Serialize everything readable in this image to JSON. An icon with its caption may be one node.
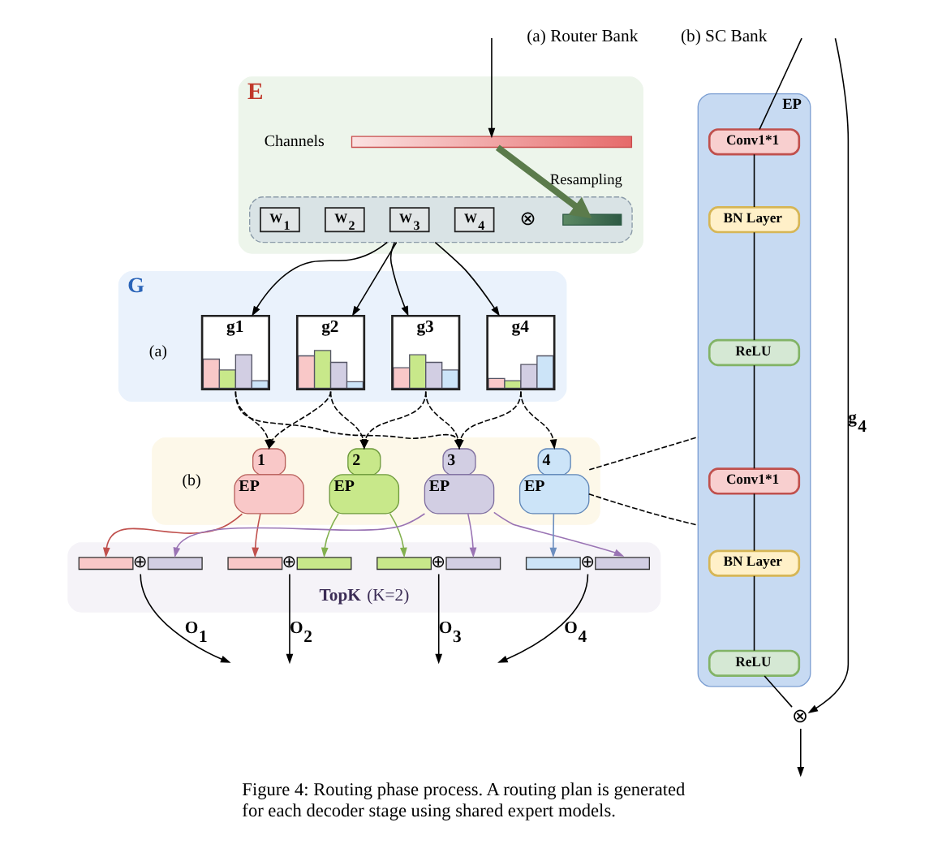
{
  "diagram": {
    "caption": "Figure 4: Routing phase process. A routing plan is generated for each decoder stage using shared expert models.",
    "nodes": [
      {
        "text": [
          "E"
        ]
      },
      {
        "text": [],
        "shape": "bar",
        "in": 0
      },
      {
        "text": [],
        "shape": "box",
        "in": 0
      },
      {
        "text": [
          "W$_{1}$"
        ],
        "in": 2
      },
      {
        "text": [
          "W$_{2}$"
        ],
        "in": 2
      },
      {
        "text": [
          "W$_{3}$"
        ],
        "in": 2
      },
      {
        "text": [
          "W$_{4}$"
        ],
        "in": 2
      },
      {
        "text": [
          "⊗"
        ],
        "in": 2
      },
      {
        "text": [],
        "shape": "bar",
        "in": 2
      },
      {
        "text": [
          "G"
        ]
      },
      {
        "text": [
          "g1"
        ],
        "in": 9
      },
      {
        "text": [
          "g2"
        ],
        "in": 9
      },
      {
        "text": [
          "g3"
        ],
        "in": 9
      },
      {
        "text": [
          "g4"
        ],
        "in": 9
      },
      {
        "text": [],
        "shape": "box"
      },
      {
        "text": [
          "1",
          "EP"
        ],
        "in": 14
      },
      {
        "text": [
          "2",
          "EP"
        ],
        "in": 14
      },
      {
        "text": [
          "3",
          "EP"
        ],
        "in": 14
      },
      {
        "text": [
          "4",
          "EP"
        ],
        "in": 14
      },
      {
        "text": [
          "**TopK** (K=2)"
        ]
      },
      {
        "text": [
          "⊕"
        ],
        "in": 19
      },
      {
        "text": [
          "⊕"
        ],
        "in": 19
      },
      {
        "text": [
          "⊕"
        ],
        "in": 19
      },
      {
        "text": [
          "⊕"
        ],
        "in": 19
      },
      {
        "text": [
          "EP"
        ]
      },
      {
        "text": [
          "Conv1*1"
        ],
        "in": 24
      },
      {
        "text": [
          "BN Layer"
        ],
        "in": 24
      },
      {
        "text": [
          "ReLU"
        ],
        "in": 24
      },
      {
        "text": [
          "Conv1*1"
        ],
        "in": 24
      },
      {
        "text": [
          "BN Layer"
        ],
        "in": 24
      },
      {
        "text": [
          "ReLU"
        ],
        "in": 24
      },
      {
        "text": [
          "⊗"
        ]
      }
    ],
    "edges": [
      {
        "from": null,
        "to": 1,
        "arrow": "to"
      },
      {
        "from": 1,
        "to": 8,
        "arrow": "to",
        "label": "Resampling",
        "style": "thick",
        "color": "#5b7b4b"
      },
      {
        "from": 2,
        "to": 10,
        "arrow": "to"
      },
      {
        "from": 2,
        "to": 11,
        "arrow": "to"
      },
      {
        "from": 2,
        "to": 12,
        "arrow": "to"
      },
      {
        "from": 2,
        "to": 13,
        "arrow": "to"
      },
      {
        "from": 10,
        "to": 15,
        "arrow": "to",
        "style": "dashed"
      },
      {
        "from": 10,
        "to": 17,
        "arrow": "to",
        "style": "dashed"
      },
      {
        "from": 11,
        "to": 15,
        "arrow": "to",
        "style": "dashed"
      },
      {
        "from": 11,
        "to": 16,
        "arrow": "to",
        "style": "dashed"
      },
      {
        "from": 12,
        "to": 16,
        "arrow": "to",
        "style": "dashed"
      },
      {
        "from": 12,
        "to": 17,
        "arrow": "to",
        "style": "dashed"
      },
      {
        "from": 13,
        "to": 17,
        "arrow": "to",
        "style": "dashed"
      },
      {
        "from": 13,
        "to": 18,
        "arrow": "to",
        "style": "dashed"
      },
      {
        "from": 18,
        "to": 24,
        "arrow": "none",
        "style": "dashed"
      },
      {
        "from": 18,
        "to": 24,
        "arrow": "none",
        "style": "dashed"
      },
      {
        "from": 15,
        "to": 20,
        "arrow": "to",
        "color": "#c0504d"
      },
      {
        "from": 15,
        "to": 21,
        "arrow": "to",
        "color": "#c0504d"
      },
      {
        "from": 16,
        "to": 21,
        "arrow": "to",
        "color": "#82b04e"
      },
      {
        "from": 16,
        "to": 22,
        "arrow": "to",
        "color": "#82b04e"
      },
      {
        "from": 17,
        "to": 20,
        "arrow": "to",
        "color": "#9a74b4"
      },
      {
        "from": 17,
        "to": 22,
        "arrow": "to",
        "color": "#9a74b4"
      },
      {
        "from": 18,
        "to": 23,
        "arrow": "to",
        "color": "#6c8ebf"
      },
      {
        "from": 17,
        "to": 23,
        "arrow": "to",
        "color": "#9a74b4"
      },
      {
        "from": 20,
        "to": null,
        "arrow": "to",
        "label": "O$_{1}$"
      },
      {
        "from": 21,
        "to": null,
        "arrow": "to",
        "label": "O$_{2}$"
      },
      {
        "from": 22,
        "to": null,
        "arrow": "to",
        "label": "O$_{3}$"
      },
      {
        "from": 23,
        "to": null,
        "arrow": "to",
        "label": "O$_{4}$"
      },
      {
        "from": null,
        "to": 25,
        "arrow": "none"
      },
      {
        "from": null,
        "to": 31,
        "arrow": "to",
        "label": "g$_{4}$"
      },
      {
        "from": 25,
        "to": 26,
        "arrow": "none"
      },
      {
        "from": 26,
        "to": 27,
        "arrow": "none"
      },
      {
        "from": 27,
        "to": 28,
        "arrow": "none"
      },
      {
        "from": 28,
        "to": 29,
        "arrow": "none"
      },
      {
        "from": 29,
        "to": 30,
        "arrow": "none"
      },
      {
        "from": 30,
        "to": 31,
        "arrow": "none"
      },
      {
        "from": 31,
        "to": null,
        "arrow": "to"
      }
    ],
    "labels": [
      "Channels",
      "(a) Router Bank",
      "(b) SC Bank",
      "(a)",
      "(b)"
    ]
  }
}
